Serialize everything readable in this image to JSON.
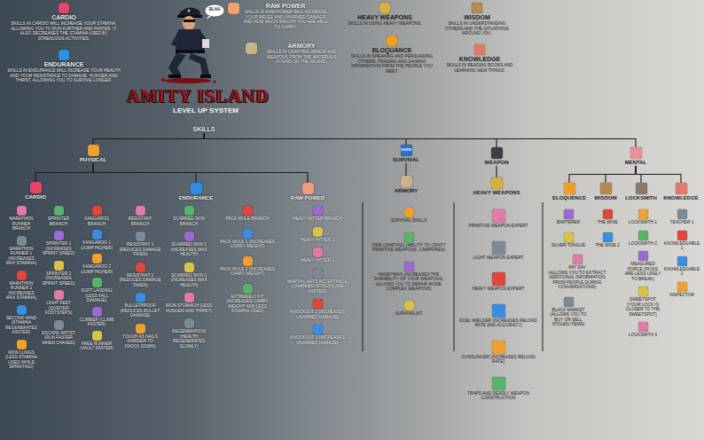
{
  "diagram": {
    "title": "AMITY ISLAND",
    "nodes": [
      {
        "text": [
          "CARDIO",
          "SKILLS IN CARDIO WILL INCREASE YOUR STAMINA, ALLOWING YOU TO RUN FURTHER AND FASTER. IT ALSO DECREASES THE STAMINA USED BY STRENUOUS ACTIVITIES."
        ]
      },
      {
        "text": [
          "ENDURANCE",
          "SKILLS IN ENDURANCE WILL INCREASE YOUR HEALTH AND YOUR RESISTANCE TO DAMAGE, HUNGER AND THIRST, ALLOWING YOU TO SURVIVE LONGER."
        ]
      },
      {
        "text": [
          "RAW POWER",
          "SKILLS IN RAW POWER WILL INCREASE YOUR MELEE AND UNARMED DAMAGE AND HOW MUCH WEIGHT YOU ARE ABLE TO CARRY."
        ]
      },
      {
        "text": [
          "ARMORY",
          "SKILLS IN CRAFTING ARMOR AND WEAPONS FROM THE MATERIALS FOUND ON THE ISLAND."
        ]
      },
      {
        "text": [
          "HEAVY WEAPONS",
          "SKILLS IN USING HEAVY WEAPONS."
        ]
      },
      {
        "text": [
          "ELOQUANCE",
          "SKILLS IN SPEAKING AND PERSUADING OTHERS, TRADING AND GAINING INFORMATION FROM THE PEOPLE YOU MEET."
        ]
      },
      {
        "text": [
          "WISDOM",
          "SKILLS IN UNDERSTANDING OTHERS AND THE SITUATIONS AROUND YOU."
        ]
      },
      {
        "text": [
          "KNOWLEDGE",
          "SKILLS IN READING BOOKS AND LEARNING NEW THINGS."
        ]
      },
      {
        "text": [
          "SKILLS"
        ]
      },
      {
        "text": [
          "PHYSICAL"
        ]
      },
      {
        "text": [
          "SURVIVAL"
        ]
      },
      {
        "text": [
          "WEAPON"
        ]
      },
      {
        "text": [
          "MENTAL"
        ]
      },
      {
        "text": [
          "CARDIO"
        ]
      },
      {
        "text": [
          "ENDURANCE"
        ]
      },
      {
        "text": [
          "RAW POWER"
        ]
      },
      {
        "text": [
          "ARMORY"
        ]
      },
      {
        "text": [
          "HEAVY WEAPONS"
        ]
      },
      {
        "text": [
          "ELOQUENCE"
        ]
      },
      {
        "text": [
          "WISDOM"
        ]
      },
      {
        "text": [
          "LOCKSMITH"
        ]
      },
      {
        "text": [
          "KNOWLEDGE"
        ]
      },
      {
        "text": [
          "MARATHON RUNNER BRANCH"
        ]
      },
      {
        "text": [
          "MARATHON RUNNER 1 (INCREASES MAX STAMINA)"
        ]
      },
      {
        "text": [
          "MARATHON RUNNER 2 (INCREASES MAX STAMINA)"
        ]
      },
      {
        "text": [
          "SECOND WIND (STAMINA REGENERATES FASTER)"
        ]
      },
      {
        "text": [
          "IRON LUNGS (LESS STAMINA USED WHILE SPRINTING)"
        ]
      },
      {
        "text": [
          "SPRINTER BRANCH"
        ]
      },
      {
        "text": [
          "SPRINTER 1 (INCREASES SPRINT SPEED)"
        ]
      },
      {
        "text": [
          "SPRINTER 2 (INCREASES SPRINT SPEED)"
        ]
      },
      {
        "text": [
          "LIGHT FEET (QUIETER FOOTSTEPS)"
        ]
      },
      {
        "text": [
          "ESCAPE ARTIST (RUN FASTER WHEN CHASED)"
        ]
      },
      {
        "text": [
          "KANGAROO BRANCH"
        ]
      },
      {
        "text": [
          "KANGAROO 1 (JUMP HIGHER)"
        ]
      },
      {
        "text": [
          "KANGAROO 2 (JUMP HIGHER)"
        ]
      },
      {
        "text": [
          "SOFT LANDING (LESS FALL DAMAGE)"
        ]
      },
      {
        "text": [
          "CLIMBER (CLIMB FASTER)"
        ]
      },
      {
        "text": [
          "FREE RUNNER (VAULT FASTER)"
        ]
      },
      {
        "text": [
          "RESISTANT BRANCH"
        ]
      },
      {
        "text": [
          "RESISTANT 1 (REDUCES DAMAGE TAKEN)"
        ]
      },
      {
        "text": [
          "RESISTANT 2 (REDUCES DAMAGE TAKEN)"
        ]
      },
      {
        "text": [
          "BULLETPROOF (REDUCES BULLET DAMAGE)"
        ]
      },
      {
        "text": [
          "TOUGH AS NAILS (HARDER TO KNOCK DOWN)"
        ]
      },
      {
        "text": [
          "SCARRED SKIN BRANCH"
        ]
      },
      {
        "text": [
          "SCARRED SKIN 1 (INCREASES MAX HEALTH)"
        ]
      },
      {
        "text": [
          "SCARRED SKIN 2 (INCREASES MAX HEALTH)"
        ]
      },
      {
        "text": [
          "IRON STOMACH (LESS HUNGER AND THIRST)"
        ]
      },
      {
        "text": [
          "REGENERATION (HEALTH REGENERATES SLOWLY)"
        ]
      },
      {
        "text": [
          "PACK MULE BRANCH"
        ]
      },
      {
        "text": [
          "PACK MULE 1 (INCREASES CARRY WEIGHT)"
        ]
      },
      {
        "text": [
          "PACK MULE 2 (INCREASES CARRY WEIGHT)"
        ]
      },
      {
        "text": [
          "EXTREMELY FIT (INCREASES CARRY WEIGHT AND LESS STAMINA USED)"
        ]
      },
      {
        "text": [
          "HEAVY HITTER BRANCH"
        ]
      },
      {
        "text": [
          "HEAVY HITTER 1"
        ]
      },
      {
        "text": [
          "HEAVY HITTER 2"
        ]
      },
      {
        "text": [
          "MARTIAL ARTS ACCEPTANCE (UNARMED ATTACKS ARE FASTER)"
        ]
      },
      {
        "text": [
          "KNOCKOUT 1 (INCREASES UNARMED DAMAGE)"
        ]
      },
      {
        "text": [
          "KNOCKOUT 2 (INCREASES UNARMED DAMAGE)"
        ]
      },
      {
        "text": [
          "SURVIVAL SKILLS"
        ]
      },
      {
        "text": [
          "FIRE CRAFTING (ABILITY TO CRAFT PRIMITIVE WEAPONS, CAMPFIRES)"
        ]
      },
      {
        "text": [
          "HANDYMAN (INCREASES THE DURABILITY OF YOUR WEAPONS, ALLOWS YOU TO REPAIR MORE COMPLEX WEAPONS)"
        ]
      },
      {
        "text": [
          "SURVIVALIST"
        ]
      },
      {
        "text": [
          "PRIMITIVE WEAPON EXPERT"
        ]
      },
      {
        "text": [
          "LIGHT WEAPON EXPERT"
        ]
      },
      {
        "text": [
          "HEAVY WEAPON EXPERT"
        ]
      },
      {
        "text": [
          "DUEL WIELDER (INCREASES RELOAD RATE AND ACCURACY)"
        ]
      },
      {
        "text": [
          "GUNSLINGER (INCREASES RELOAD RATE)"
        ]
      },
      {
        "text": [
          "TRAPS AND DEADLY WEAPON CONSTRUCTION"
        ]
      },
      {
        "text": [
          "BARTERER"
        ]
      },
      {
        "text": [
          "SILVER TONGUE"
        ]
      },
      {
        "text": [
          "PAY DAY",
          "(ALLOWS YOU TO EXTRACT ADDITIONAL INFORMATION FROM PEOPLE DURING CONVERSATIONS)"
        ]
      },
      {
        "text": [
          "BLACK MARKET (ALLOWS YOU TO BUY OR SELL STOLEN ITEMS)"
        ]
      },
      {
        "text": [
          "THE WISE"
        ]
      },
      {
        "text": [
          "THE WISE 2"
        ]
      },
      {
        "text": [
          "LOCKSMITH 1"
        ]
      },
      {
        "text": [
          "LOCKSMITH 2"
        ]
      },
      {
        "text": [
          "MEASURED FORCE (PICKS ARE LESS LIKELY TO BREAK)"
        ]
      },
      {
        "text": [
          "SWEETSPOT (YOUR LOCK IS CLOSER TO THE SWEETSPOT)"
        ]
      },
      {
        "text": [
          "LOCKSMITH 3"
        ]
      },
      {
        "text": [
          "TEACHER 1"
        ]
      },
      {
        "text": [
          "KNOWLEDGABLE 1"
        ]
      },
      {
        "text": [
          "KNOWLEDGABLE 2"
        ]
      },
      {
        "text": [
          "INSPECTOR"
        ]
      }
    ],
    "edges": [
      {
        "from": 8,
        "to": 9,
        "arrow": "none"
      },
      {
        "from": 8,
        "to": 10,
        "arrow": "none"
      },
      {
        "from": 8,
        "to": 11,
        "arrow": "none"
      },
      {
        "from": 8,
        "to": 12,
        "arrow": "none"
      },
      {
        "from": 9,
        "to": 13,
        "arrow": "none"
      },
      {
        "from": 9,
        "to": 14,
        "arrow": "none"
      },
      {
        "from": 9,
        "to": 15,
        "arrow": "none"
      },
      {
        "from": 10,
        "to": 16,
        "arrow": "none"
      },
      {
        "from": 11,
        "to": 17,
        "arrow": "none"
      },
      {
        "from": 12,
        "to": 18,
        "arrow": "none"
      },
      {
        "from": 12,
        "to": 19,
        "arrow": "none"
      },
      {
        "from": 12,
        "to": 20,
        "arrow": "none"
      },
      {
        "from": 12,
        "to": 21,
        "arrow": "none"
      }
    ],
    "labels": [
      "LEVEL UP SYSTEM",
      "BLAH",
      "GUIDE"
    ]
  }
}
